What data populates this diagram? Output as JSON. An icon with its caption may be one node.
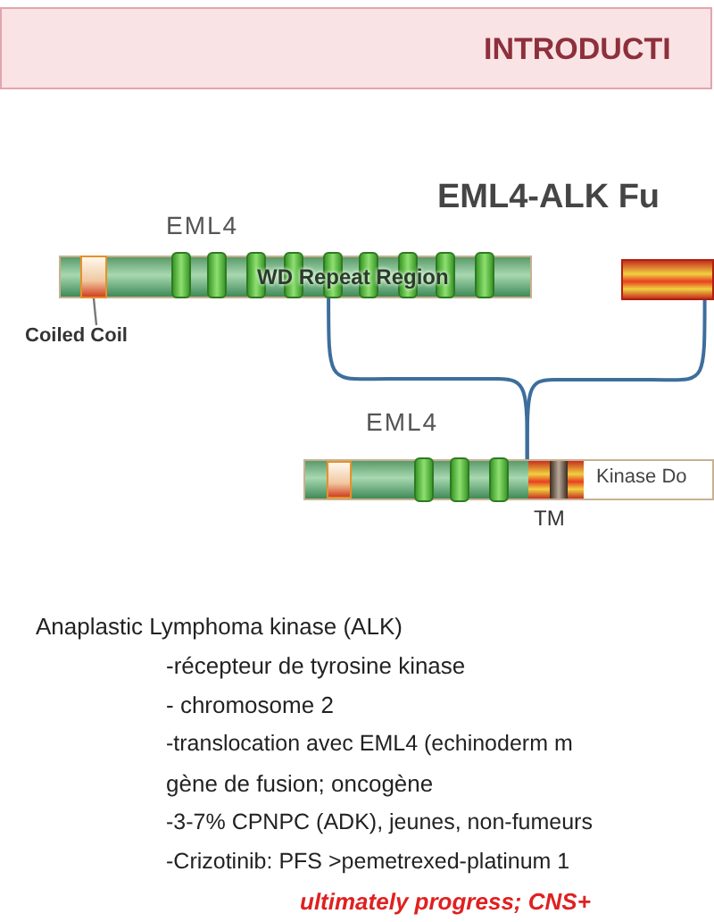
{
  "diagram": {
    "title": "INTRODUCTI",
    "nodes": [
      {
        "text": [
          "EML4",
          "WD Repeat Region"
        ]
      },
      {
        "text": [
          "Coiled Coil"
        ]
      },
      {
        "text": [],
        "shape": "box",
        "in": 0
      },
      {
        "text": [],
        "shape": "bar"
      },
      {
        "text": [
          "EML4",
          "Kinase Do"
        ],
        "beside": [
          "TM"
        ]
      }
    ],
    "edges": [
      {
        "from": 1,
        "to": 2,
        "arrow": "none",
        "color": "#777777"
      },
      {
        "from": 0,
        "to": 4,
        "arrow": "none"
      },
      {
        "from": 3,
        "to": 4,
        "arrow": "none"
      }
    ],
    "labels": [
      "EML4-ALK Fu",
      "Anaplastic Lymphoma kinase (ALK)",
      "-récepteur de tyrosine kinase",
      "- chromosome 2",
      "-translocation avec EML4 (echinoderm m",
      "gène de fusion; oncogène",
      "-3-7% CPNPC (ADK), jeunes, non-fumeurs",
      "-Crizotinib: PFS >pemetrexed-platinum 1",
      "ultimately progress; CNS+"
    ]
  }
}
